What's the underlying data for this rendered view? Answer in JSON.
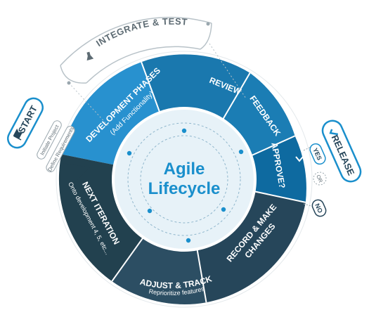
{
  "center": {
    "title_line1": "Agile",
    "title_line2": "Lifecycle"
  },
  "segments": {
    "development": {
      "label": "DEVELOPMENT PHASES",
      "sublabel": "(Add Functionality)"
    },
    "review": {
      "label": "REVIEW"
    },
    "feedback": {
      "label": "FEEDBACK"
    },
    "approve": {
      "label": "APPROVE?"
    },
    "record": {
      "label_line1": "RECORD & MAKE",
      "label_line2": "CHANGES"
    },
    "adjust": {
      "label": "ADJUST & TRACK",
      "sublabel": "Reprioritize features"
    },
    "next_iteration": {
      "label": "NEXT ITERATION",
      "sublabel": "Onto development 4, 5, etc..."
    }
  },
  "integrate": {
    "label": "INTEGRATE & TEST",
    "icon": "flask-icon"
  },
  "start": {
    "label": "START",
    "icon": "flag-icon",
    "sub1": "Initiate Project",
    "sub2": "Define Requirements"
  },
  "release": {
    "label": "RELEASE",
    "icon": "checkmark-icon"
  },
  "decision": {
    "yes": "YES",
    "or": "OR",
    "no": "NO"
  },
  "colors": {
    "light_blue": "#2891cf",
    "mid_blue": "#1a78ae",
    "dark_teal": "#26465a",
    "deep_blue": "#0e5f8c",
    "accent": "#1a8fcc",
    "inner": "#e7f2f8",
    "outline": "#9aa7ae"
  }
}
